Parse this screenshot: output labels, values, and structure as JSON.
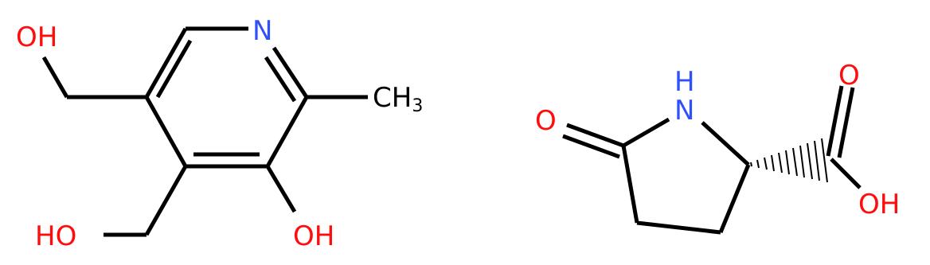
{
  "molecules": [
    {
      "labels": {
        "oh_top": "OH",
        "n_ring": "N",
        "ch3_main": "CH",
        "ch3_sub": "3",
        "oh_bottom_left": "HO",
        "oh_bottom_right": "OH"
      }
    },
    {
      "labels": {
        "o_ketone": "O",
        "n_ring": "N",
        "n_h": "H",
        "o_acid_top": "O",
        "oh_acid": "OH"
      }
    }
  ],
  "colors": {
    "oxygen": "#ff0d0d",
    "nitrogen": "#3050f8",
    "bond": "#000000",
    "carbon": "#000000"
  }
}
